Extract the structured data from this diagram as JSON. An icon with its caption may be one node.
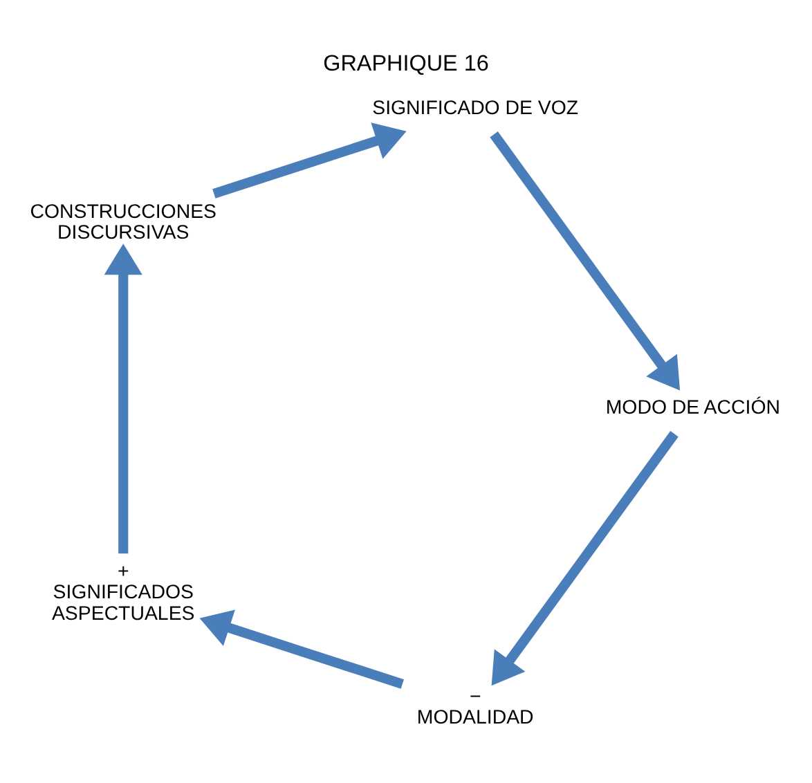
{
  "diagram": {
    "title": "GRAPHIQUE 16",
    "nodes": [
      {
        "text": [
          "MODALIDAD"
        ],
        "beside": [
          "−"
        ]
      },
      {
        "text": [
          "SIGNIFICADOS ASPECTUALES"
        ],
        "beside": [
          "+"
        ]
      },
      {
        "text": [
          "CONSTRUCCIONES DISCURSIVAS"
        ]
      },
      {
        "text": [
          "SIGNIFICADO DE VOZ"
        ]
      },
      {
        "text": [
          "MODO DE ACCIÓN"
        ]
      }
    ],
    "edges": [
      {
        "from": 0,
        "to": 1,
        "arrow": "to"
      },
      {
        "from": 1,
        "to": 2,
        "arrow": "to"
      },
      {
        "from": 2,
        "to": 3,
        "arrow": "to"
      },
      {
        "from": 3,
        "to": 4,
        "arrow": "to"
      },
      {
        "from": 4,
        "to": 0,
        "arrow": "to"
      }
    ]
  }
}
